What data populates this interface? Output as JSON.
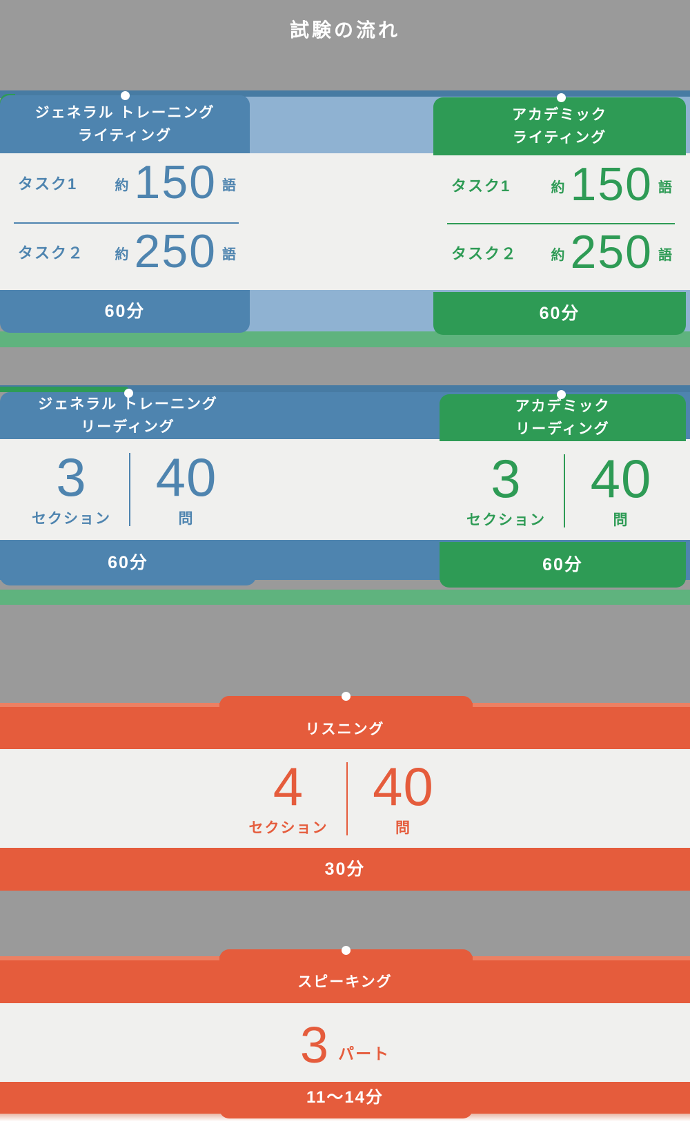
{
  "page": {
    "title": "試験の流れ"
  },
  "colors": {
    "background_gray": "#9A9A9A",
    "blue": "#4E84AF",
    "light_blue": "#8FB2D2",
    "green": "#2E9B55",
    "light_green": "#5FB37E",
    "orange": "#E55C3C",
    "card_body": "#F0F0EE",
    "text_white": "#FFFFFF"
  },
  "writing": {
    "general": {
      "title_line1": "ジェネラル トレーニング",
      "title_line2": "ライティング",
      "tasks": [
        {
          "label": "タスク1",
          "approx": "約",
          "value": "150",
          "unit": "語"
        },
        {
          "label": "タスク２",
          "approx": "約",
          "value": "250",
          "unit": "語"
        }
      ],
      "duration": "60分"
    },
    "academic": {
      "title_line1": "アカデミック",
      "title_line2": "ライティング",
      "tasks": [
        {
          "label": "タスク1",
          "approx": "約",
          "value": "150",
          "unit": "語"
        },
        {
          "label": "タスク２",
          "approx": "約",
          "value": "250",
          "unit": "語"
        }
      ],
      "duration": "60分"
    }
  },
  "reading": {
    "general": {
      "title_line1": "ジェネラル トレーニング",
      "title_line2": "リーディング",
      "sections_value": "3",
      "sections_label": "セクション",
      "questions_value": "40",
      "questions_label": "問",
      "duration": "60分"
    },
    "academic": {
      "title_line1": "アカデミック",
      "title_line2": "リーディング",
      "sections_value": "3",
      "sections_label": "セクション",
      "questions_value": "40",
      "questions_label": "問",
      "duration": "60分"
    }
  },
  "listening": {
    "title": "リスニング",
    "sections_value": "4",
    "sections_label": "セクション",
    "questions_value": "40",
    "questions_label": "問",
    "duration": "30分"
  },
  "speaking": {
    "title": "スピーキング",
    "parts_value": "3",
    "parts_label": "パート",
    "duration": "11〜14分"
  }
}
